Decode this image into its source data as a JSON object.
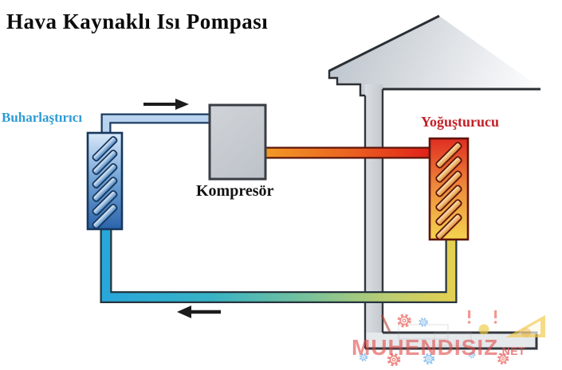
{
  "title": "Hava Kaynaklı Isı Pompası",
  "components": {
    "evaporator": {
      "label": "Buharlaştırıcı",
      "label_color": "#2E9BD5",
      "gradient": [
        "#D6E6F7",
        "#2A64AB"
      ]
    },
    "compressor": {
      "label": "Kompresör",
      "label_color": "#121212",
      "fill": "#C8CCD2"
    },
    "condenser": {
      "label": "Yoğuşturucu",
      "label_color": "#C32127",
      "gradient": [
        "#DF2D22",
        "#F4D44F"
      ]
    }
  },
  "pipes": {
    "cold_suction": {
      "from": "evaporator",
      "to": "compressor",
      "color": "#B9D3EE"
    },
    "hot_discharge": {
      "from": "compressor",
      "to": "condenser",
      "colors": [
        "#F29A26",
        "#E0201A"
      ]
    },
    "return_line": {
      "from": "condenser",
      "to": "evaporator",
      "colors": [
        "#E2D052",
        "#6FC0A0",
        "#28A7DA"
      ]
    }
  },
  "arrows": {
    "top": {
      "direction": "right",
      "color": "#1C1C1C"
    },
    "bottom": {
      "direction": "left",
      "color": "#1C1C1C"
    }
  },
  "structures": {
    "house": [
      "roof",
      "wall",
      "floor"
    ],
    "wall_color": "#D4D8DC"
  },
  "watermark": {
    "name": "MUHENDISIZ",
    "tld": ".NET",
    "color": "#E14846"
  },
  "decorations": [
    "gear-icon",
    "gear-icon",
    "gear-icon",
    "gear-icon",
    "gear-icon",
    "gear-icon",
    "gear-icon",
    "exclamation-icon",
    "exclamation-icon",
    "triangle-ruler-icon",
    "pencil-icon",
    "circle-doodle"
  ]
}
